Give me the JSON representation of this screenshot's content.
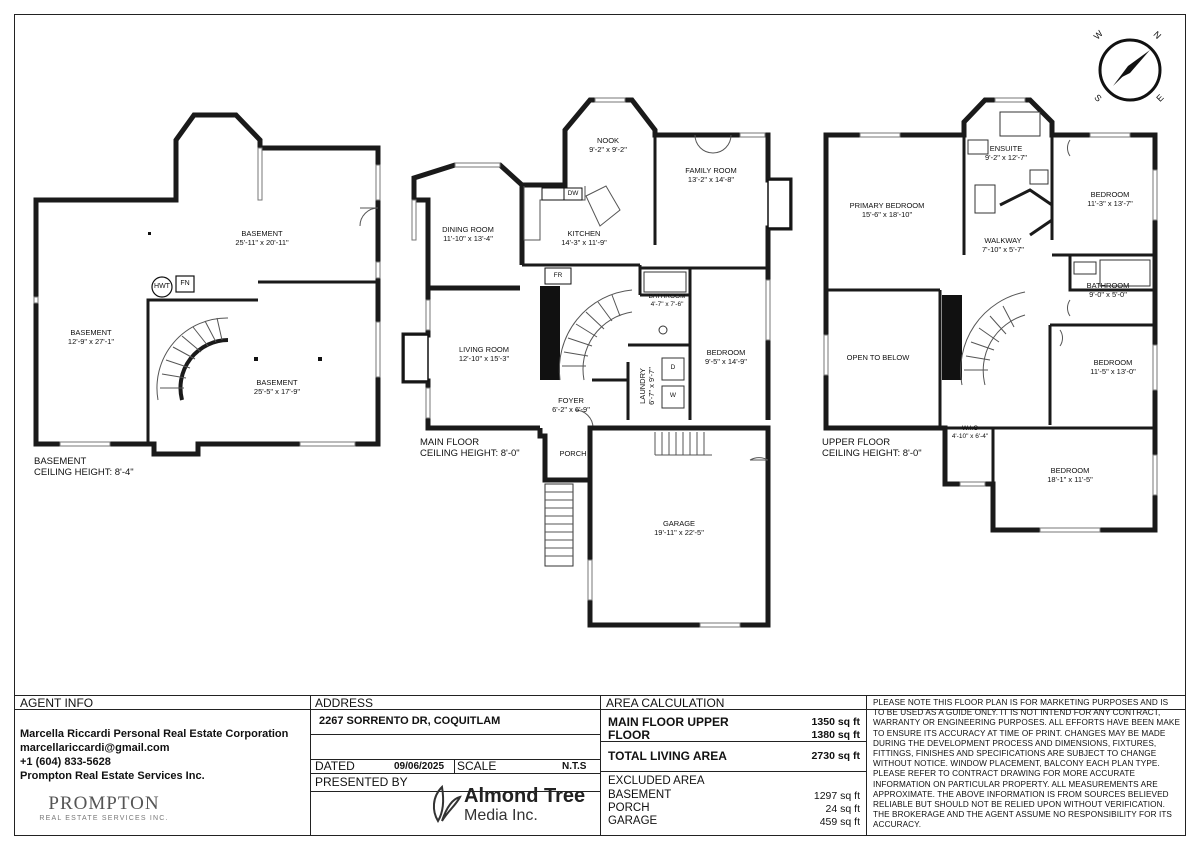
{
  "floors": {
    "basement": {
      "title": "BASEMENT",
      "ceiling": "CEILING HEIGHT: 8'-4\"",
      "rooms": [
        {
          "id": "bsmt-top",
          "name": "BASEMENT",
          "dim": "25'-11\" x 20'-11\""
        },
        {
          "id": "bsmt-left",
          "name": "BASEMENT",
          "dim": "12'-9\" x 27'-1\""
        },
        {
          "id": "bsmt-right",
          "name": "BASEMENT",
          "dim": "25'-5\" x 17'-9\""
        }
      ],
      "fixtures": {
        "hwt": "HWT",
        "fn": "FN"
      }
    },
    "main": {
      "title": "MAIN FLOOR",
      "ceiling": "CEILING HEIGHT: 8'-0\"",
      "rooms": [
        {
          "id": "nook",
          "name": "NOOK",
          "dim": "9'-2\" x 9'-2\""
        },
        {
          "id": "family",
          "name": "FAMILY ROOM",
          "dim": "13'-2\" x 14'-8\""
        },
        {
          "id": "dining",
          "name": "DINING ROOM",
          "dim": "11'-10\" x 13'-4\""
        },
        {
          "id": "kitchen",
          "name": "KITCHEN",
          "dim": "14'-3\" x 11'-9\""
        },
        {
          "id": "living",
          "name": "LIVING ROOM",
          "dim": "12'-10\" x 15'-3\""
        },
        {
          "id": "bath",
          "name": "BATHROOM",
          "dim": "4'-7\" x 7'-6\""
        },
        {
          "id": "bedroom",
          "name": "BEDROOM",
          "dim": "9'-5\" x 14'-9\""
        },
        {
          "id": "laundry",
          "name": "LAUNDRY",
          "dim": "6'-7\" x 9'-7\""
        },
        {
          "id": "foyer",
          "name": "FOYER",
          "dim": "6'-2\" x 6'-9\""
        },
        {
          "id": "porch",
          "name": "PORCH",
          "dim": ""
        },
        {
          "id": "garage",
          "name": "GARAGE",
          "dim": "19'-11\" x 22'-5\""
        }
      ],
      "fixtures": {
        "dw": "DW",
        "fr": "FR",
        "d": "D",
        "w": "W"
      }
    },
    "upper": {
      "title": "UPPER FLOOR",
      "ceiling": "CEILING HEIGHT: 8'-0\"",
      "rooms": [
        {
          "id": "ensuite",
          "name": "ENSUITE",
          "dim": "9'-2\" x 12'-7\""
        },
        {
          "id": "primary",
          "name": "PRIMARY BEDROOM",
          "dim": "15'-6\" x 18'-10\""
        },
        {
          "id": "bed1",
          "name": "BEDROOM",
          "dim": "11'-3\" x 13'-7\""
        },
        {
          "id": "walkway",
          "name": "WALKWAY",
          "dim": "7'-10\" x 5'-7\""
        },
        {
          "id": "bath2",
          "name": "BATHROOM",
          "dim": "9'-0\" x 5'-0\""
        },
        {
          "id": "open",
          "name": "OPEN TO BELOW",
          "dim": ""
        },
        {
          "id": "bed2",
          "name": "BEDROOM",
          "dim": "11'-5\" x 13'-0\""
        },
        {
          "id": "wic",
          "name": "W.I.C",
          "dim": "4'-10\" x 6'-4\""
        },
        {
          "id": "bed3",
          "name": "BEDROOM",
          "dim": "18'-1\" x 11'-5\""
        }
      ]
    }
  },
  "compass": {
    "n": "N",
    "e": "E",
    "s": "S",
    "w": "W"
  },
  "agent": {
    "header": "AGENT INFO",
    "name": "Marcella Riccardi Personal Real Estate Corporation",
    "email": "marcellariccardi@gmail.com",
    "phone": "+1 (604) 833-5628",
    "brokerage": "Prompton Real Estate Services Inc.",
    "logo_title": "PROMPTON",
    "logo_sub": "REAL ESTATE SERVICES INC."
  },
  "address": {
    "header": "ADDRESS",
    "value": "2267 SORRENTO DR, COQUITLAM",
    "dated_label": "DATED",
    "dated_value": "09/06/2025",
    "scale_label": "SCALE",
    "scale_value": "N.T.S",
    "presented_label": "PRESENTED BY",
    "presenter_line1": "Almond Tree",
    "presenter_line2": "Media Inc."
  },
  "area": {
    "header": "AREA CALCULATION",
    "rows": [
      {
        "label": "MAIN FLOOR UPPER",
        "value": "1350 sq ft",
        "bold": true
      },
      {
        "label": "FLOOR",
        "value": "1380 sq ft",
        "bold": true
      },
      {
        "label": "TOTAL LIVING AREA",
        "value": "2730 sq ft",
        "bold": true
      },
      {
        "label": "EXCLUDED AREA",
        "value": "",
        "bold": false
      },
      {
        "label": "BASEMENT",
        "value": "1297 sq ft",
        "bold": false
      },
      {
        "label": "PORCH",
        "value": "24 sq ft",
        "bold": false
      },
      {
        "label": "GARAGE",
        "value": "459 sq ft",
        "bold": false
      }
    ]
  },
  "disclaimer": "PLEASE NOTE THIS FLOOR PLAN IS FOR MARKETING PURPOSES AND IS TO BE USED AS A GUIDE ONLY. IT IS NOT INTEND FOR ANY CONTRACT, WARRANTY OR ENGINEERING PURPOSES. ALL EFFORTS HAVE BEEN MAKE TO ENSURE ITS ACCURACY AT TIME OF PRINT. CHANGES MAY BE MADE DURING THE DEVELOPMENT PROCESS AND DIMENSIONS, FIXTURES, FITTINGS, FINISHES AND SPECIFICATIONS ARE SUBJECT TO CHANGE WITHOUT NOTICE. WINDOW PLACEMENT, BALCONY EACH PLAN TYPE. PLEASE REFER TO CONTRACT DRAWING FOR MORE ACCURATE INFORMATION ON PARTICULAR PROPERTY. ALL MEASUREMENTS ARE APPROXIMATE. THE ABOVE INFORMATION IS FROM SOURCES BELIEVED RELIABLE BUT SHOULD NOT BE RELIED UPON WITHOUT VERIFICATION. THE BROKERAGE AND THE AGENT ASSUME NO RESPONSIBILITY FOR ITS ACCURACY."
}
